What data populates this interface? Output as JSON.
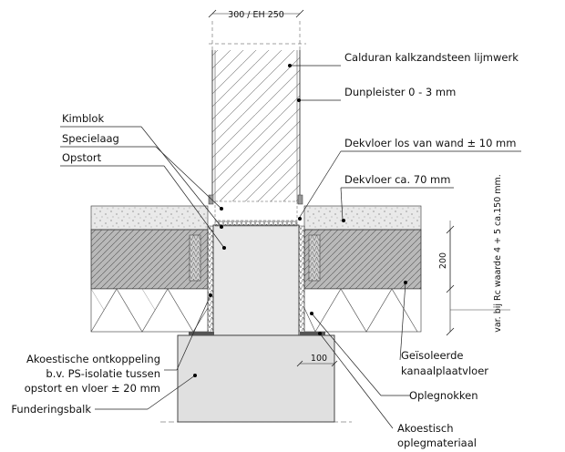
{
  "dimensions": {
    "wall_width": "300 / EH 250",
    "floor_height": "200",
    "insulation_note": "var. bij Rc waarde 4 + 5 ca.150 mm.",
    "foundation_offset": "100"
  },
  "labels": {
    "calduran": "Calduran kalkzandsteen lijmwerk",
    "dunpleister": "Dunpleister 0 - 3 mm",
    "kimblok": "Kimblok",
    "specielaag": "Specielaag",
    "opstort": "Opstort",
    "dekvloer_los": "Dekvloer los van wand ± 10 mm",
    "dekvloer": "Dekvloer ca. 70 mm",
    "akoestische_line1": "Akoestische ontkoppeling",
    "akoestische_line2": "b.v. PS-isolatie tussen",
    "akoestische_line3": "opstort en vloer ± 20 mm",
    "funderingsbalk": "Funderingsbalk",
    "geisoleerde_line1": "Geïsoleerde",
    "geisoleerde_line2": "kanaalplaatvloer",
    "oplegnokken": "Oplegnokken",
    "akoestisch_line1": "Akoestisch",
    "akoestisch_line2": "oplegmateriaal"
  }
}
